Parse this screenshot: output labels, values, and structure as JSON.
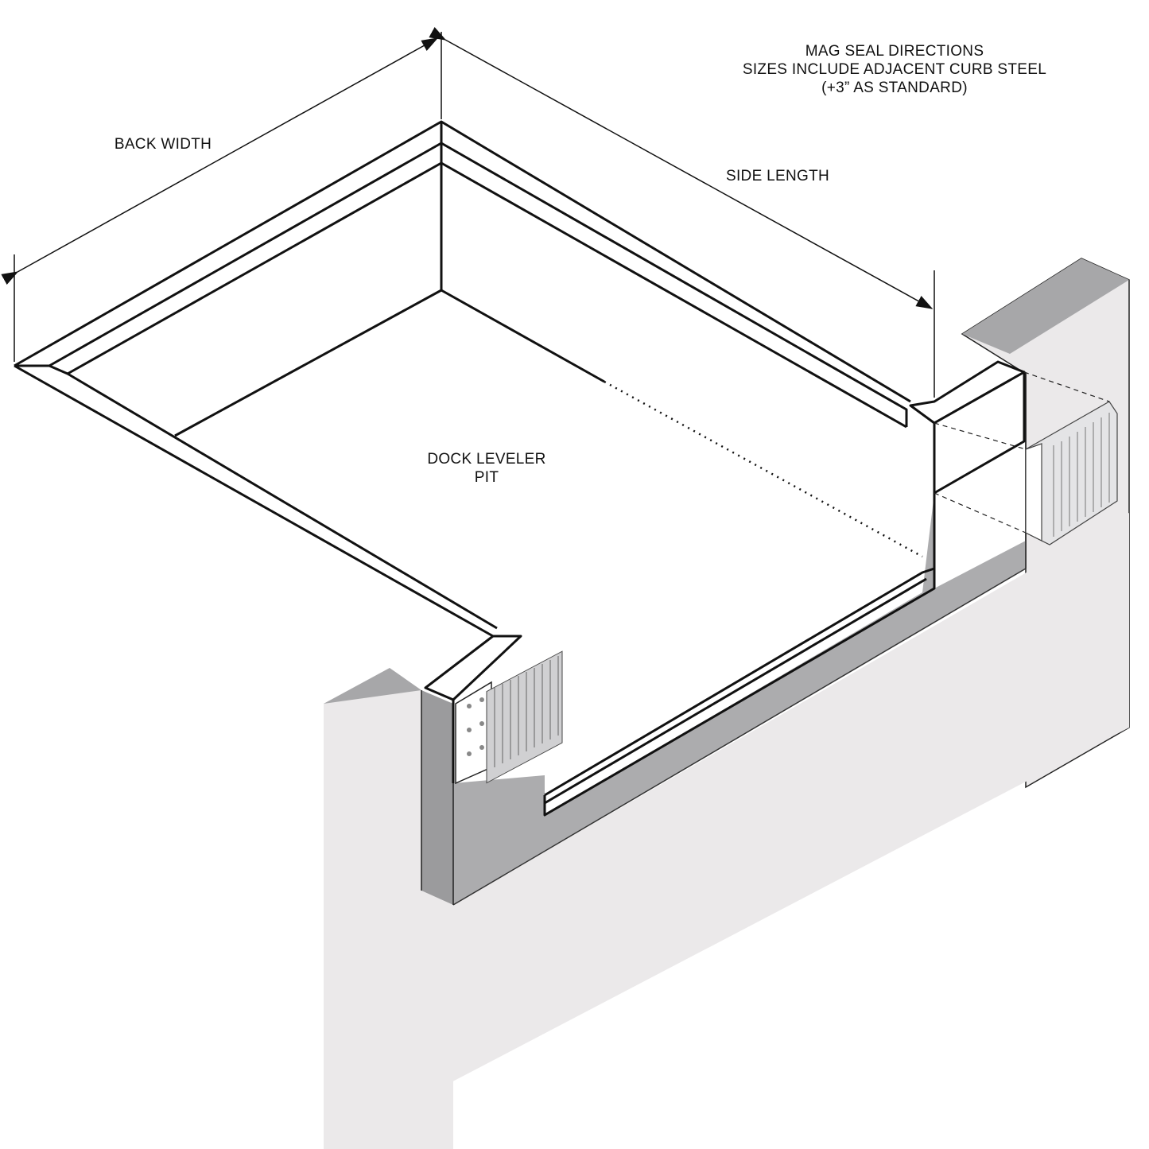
{
  "notes": {
    "line1": "MAG SEAL DIRECTIONS",
    "line2": "SIZES INCLUDE ADJACENT CURB STEEL",
    "line3": "(+3” AS STANDARD)"
  },
  "dimensions": {
    "back_width": "BACK WIDTH",
    "side_length": "SIDE LENGTH"
  },
  "pit_label": {
    "line1": "DOCK LEVELER",
    "line2": "PIT"
  },
  "colors": {
    "wall_face": "#ebe9ea",
    "wall_top": "#a7a7a9",
    "wall_shadow": "#9b9b9d",
    "line": "#111111"
  }
}
